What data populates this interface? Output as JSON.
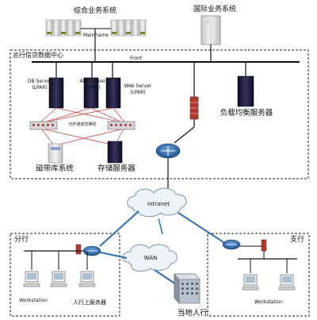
{
  "labels": {
    "integrated_system": "综合业务系统",
    "mainframe": "Mainframe",
    "intl_system": "国际业务系统",
    "data_center": "总行信贷数据中心",
    "front": "Front",
    "db_server": "DB Server",
    "db_lpar": "(LPAR)",
    "app_server": "APP Server",
    "app_lpar": "(LPAR)",
    "web_server": "Web Server",
    "web_lpar": "(LPAR)",
    "fiber_switch": "光纤通道交换机",
    "load_balancer": "负载均衡服务器",
    "tape_library": "磁带库系统",
    "storage": "存储服务器",
    "intranet": "Intranet",
    "wan": "WAN",
    "branch": "分行",
    "sub_branch": "支行",
    "workstation_left": "Workstation",
    "pboc_server": "人行上服务器",
    "local_pboc": "当地人行",
    "workstation_right": "Workstation"
  },
  "colors": {
    "server_dark": "#1f1f3d",
    "firewall": "#c0392b",
    "router": "#2d6fb5",
    "cloud": "#eef3f8",
    "cross_line": "#d04a4a"
  }
}
